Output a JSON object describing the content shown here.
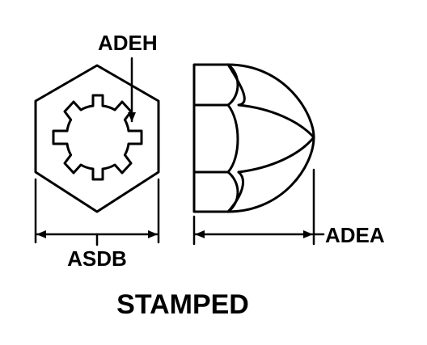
{
  "labels": {
    "top_dimension": "ADEH",
    "width_dimension": "ASDB",
    "height_dimension": "ADEA",
    "caption": "STAMPED"
  }
}
